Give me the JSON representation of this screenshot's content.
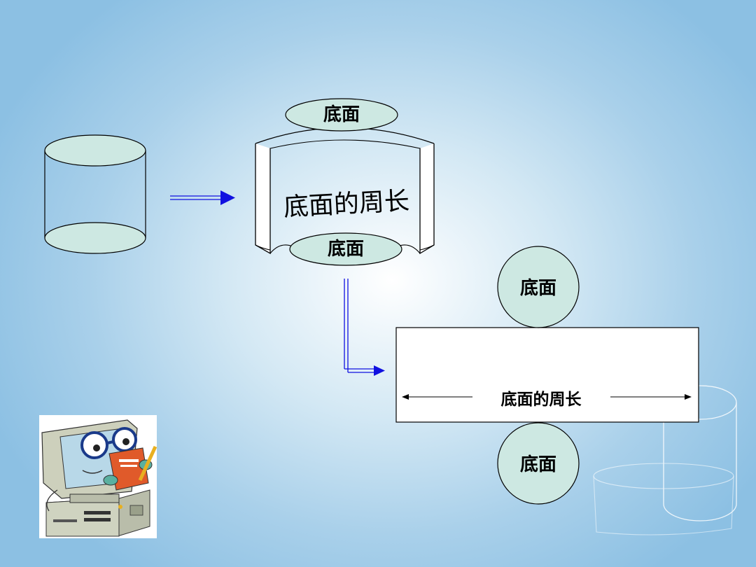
{
  "labels": {
    "top_cap": "底面",
    "bottom_cap": "底面",
    "curved_side": "底面的周长",
    "net_top_circle": "底面",
    "net_bottom_circle": "底面",
    "net_rect_length": "底面的周长"
  },
  "colors": {
    "face_fill": "#cde8e2",
    "arrow": "#1010e0",
    "outline": "#000000"
  },
  "icons": [
    "computer-reading-book-icon"
  ]
}
